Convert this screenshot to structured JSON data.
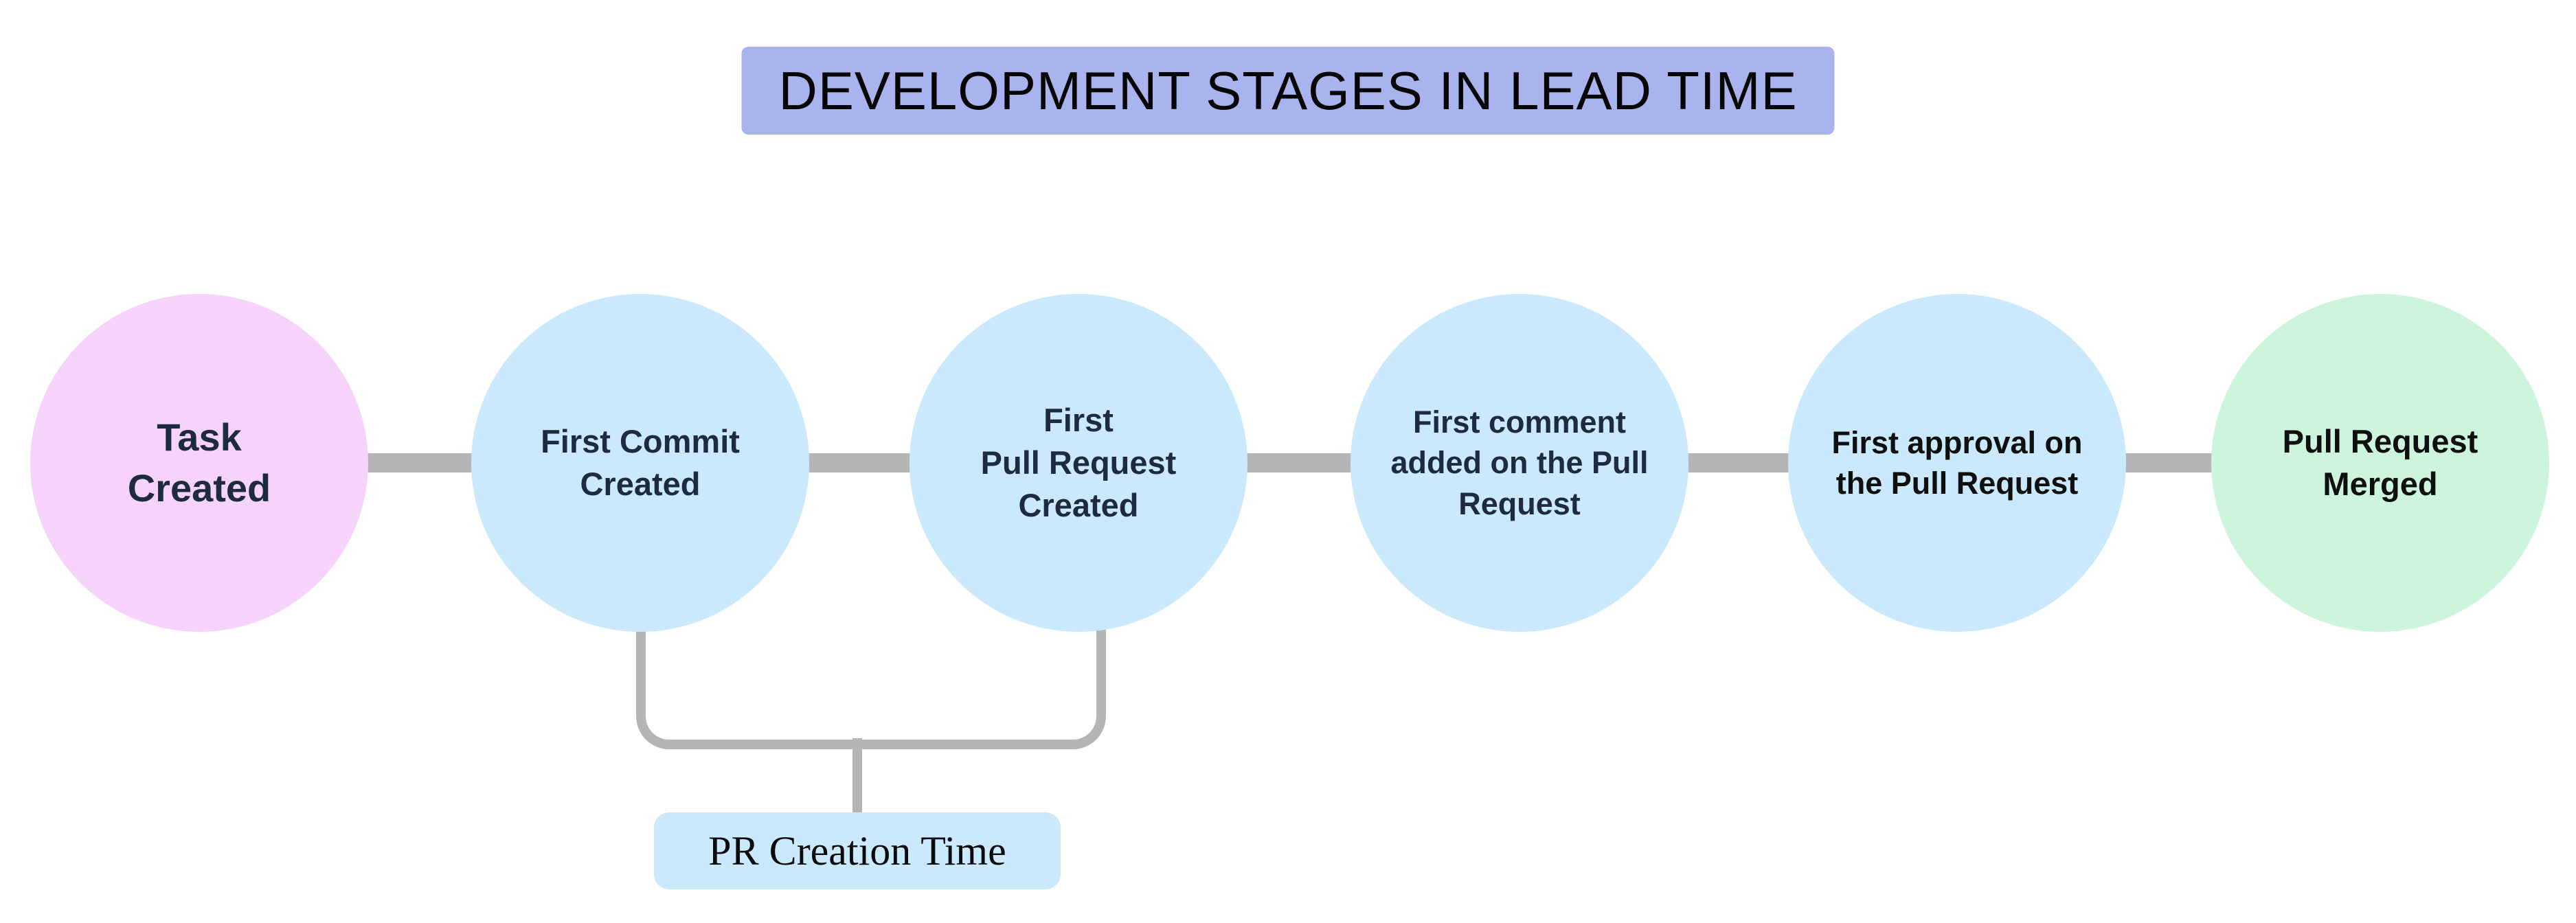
{
  "title": "DEVELOPMENT STAGES IN LEAD TIME",
  "title_box_color": "#a9b3ee",
  "connector_color": "#b5b5b5",
  "stages": [
    {
      "id": "task-created",
      "label": "Task\nCreated",
      "color": "#f6d3fa",
      "text_color": "#1e2a3e"
    },
    {
      "id": "first-commit-created",
      "label": "First Commit\nCreated",
      "color": "#cbe9fc",
      "text_color": "#1e2a3e"
    },
    {
      "id": "first-pull-request-created",
      "label": "First\nPull Request\nCreated",
      "color": "#cbe9fc",
      "text_color": "#1e2a3e"
    },
    {
      "id": "first-comment-added",
      "label": "First comment\nadded on the Pull\nRequest",
      "color": "#cbe9fc",
      "text_color": "#1e2a3e"
    },
    {
      "id": "first-approval",
      "label": "First approval on\nthe Pull Request",
      "color": "#cbe9fc",
      "text_color": "#0f0f0f"
    },
    {
      "id": "pull-request-merged",
      "label": "Pull Request\nMerged",
      "color": "#cdf4dd",
      "text_color": "#0f0f0f"
    }
  ],
  "annotation": {
    "label": "PR Creation Time",
    "box_color": "#cbe9fc",
    "spans_stages": [
      "First Commit Created",
      "First Pull Request Created"
    ]
  }
}
